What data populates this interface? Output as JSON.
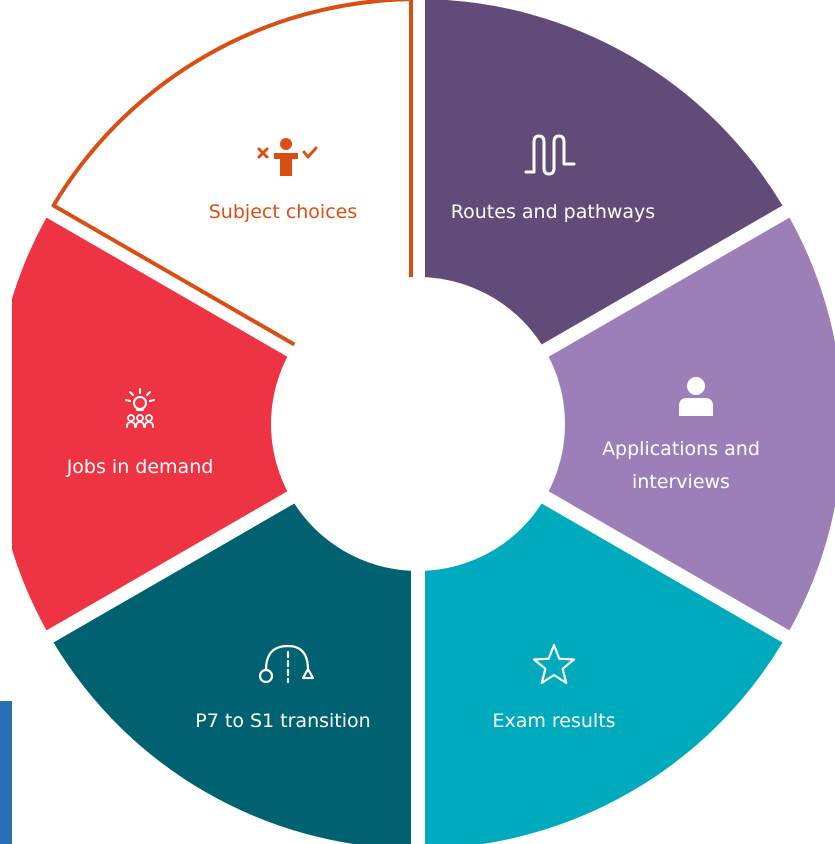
{
  "colors": {
    "background": "#ffffff",
    "hub": "#ffffff",
    "side_tab": "#2a6fb6"
  },
  "segments": [
    {
      "id": "subject-choices",
      "label": [
        "Subject choices"
      ],
      "icon": "person-choice-icon",
      "fill": "#ffffff",
      "stroke": "#d94e13",
      "text_color": "#d94e13",
      "selected": true
    },
    {
      "id": "routes-and-pathways",
      "label": [
        "Routes and pathways"
      ],
      "icon": "pathway-icon",
      "fill": "#624b79",
      "stroke": "none",
      "text_color": "#ffffff",
      "selected": false
    },
    {
      "id": "applications-and-interviews",
      "label": [
        "Applications and",
        "interviews"
      ],
      "icon": "user-icon",
      "fill": "#9c7fb8",
      "stroke": "none",
      "text_color": "#ffffff",
      "selected": false
    },
    {
      "id": "exam-results",
      "label": [
        "Exam results"
      ],
      "icon": "star-icon",
      "fill": "#00aabd",
      "stroke": "none",
      "text_color": "#ffffff",
      "selected": false
    },
    {
      "id": "p7-to-s1-transition",
      "label": [
        "P7 to S1 transition"
      ],
      "icon": "transition-icon",
      "fill": "#006170",
      "stroke": "none",
      "text_color": "#ffffff",
      "selected": false
    },
    {
      "id": "jobs-in-demand",
      "label": [
        "Jobs in demand"
      ],
      "icon": "lightbulb-people-icon",
      "fill": "#ee3342",
      "stroke": "none",
      "text_color": "#ffffff",
      "selected": false
    }
  ]
}
